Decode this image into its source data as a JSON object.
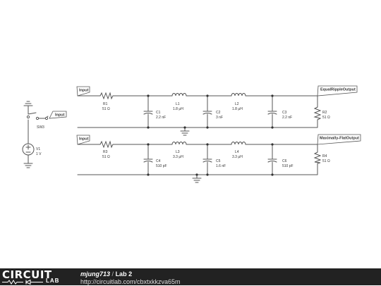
{
  "colors": {
    "wire": "#555555",
    "label_box": "#ffffff",
    "footer_bg": "#222222"
  },
  "components": {
    "R1": {
      "name": "R1",
      "value": "51 Ω"
    },
    "L1": {
      "name": "L1",
      "value": "1.8 μH"
    },
    "L2": {
      "name": "L2",
      "value": "1.8 μH"
    },
    "C1": {
      "name": "C1",
      "value": "2.2 nF"
    },
    "C2": {
      "name": "C2",
      "value": "3 nF"
    },
    "C3": {
      "name": "C3",
      "value": "2.2 nF"
    },
    "R2": {
      "name": "R2",
      "value": "51 Ω"
    },
    "R3": {
      "name": "R3",
      "value": "51 Ω"
    },
    "L3": {
      "name": "L3",
      "value": "3.3 μH"
    },
    "L4": {
      "name": "L4",
      "value": "3.3 μH"
    },
    "C4": {
      "name": "C4",
      "value": "510 pF"
    },
    "C5": {
      "name": "C5",
      "value": "1.6 nF"
    },
    "C6": {
      "name": "C6",
      "value": "510 pF"
    },
    "R4": {
      "name": "R4",
      "value": "51 Ω"
    },
    "V1": {
      "name": "V1",
      "value": "1 V"
    },
    "SW3": {
      "name": "SW3"
    }
  },
  "net_labels": {
    "input_top": "Input",
    "input_switch": "Input",
    "input_bottom": "Input",
    "output_top": "EqualRippleOutput",
    "output_bottom": "Maximally-FlatOutput"
  },
  "footer": {
    "logo_top": "CIRCUIT",
    "logo_bottom": "LAB",
    "author": "mjung713",
    "separator": "/",
    "title": "Lab 2",
    "url": "http://circuitlab.com/cbxtxkkzva65m"
  }
}
